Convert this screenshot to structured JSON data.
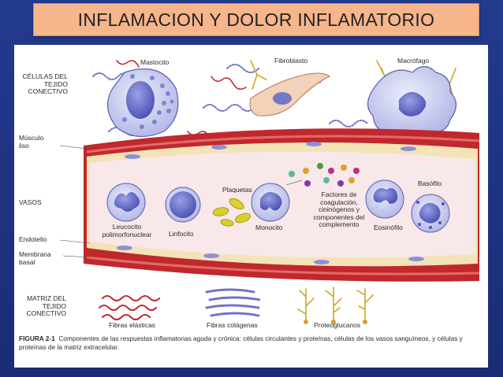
{
  "slide": {
    "title": "INFLAMACION Y DOLOR INFLAMATORIO"
  },
  "figure": {
    "section_labels": {
      "tissue_cells": "CÉLULAS DEL TEJIDO CONECTIVO",
      "smooth_muscle": "Músculo liso",
      "vessels": "VASOS",
      "endothelium": "Endotelio",
      "basement_membrane": "Membrana basal",
      "matrix": "MATRIZ DEL TEJIDO CONECTIVO"
    },
    "cell_labels": {
      "mast_cell": "Mastocito",
      "fibroblast": "Fibroblasto",
      "macrophage": "Macrófago",
      "platelets": "Plaquetas",
      "neutrophil": "Leucocito polimorfonuclear",
      "lymphocyte": "Linfocito",
      "monocyte": "Monocito",
      "plasma_factors": "Factores de coagulación, cininógenos y componentes del complemento",
      "eosinophil": "Eosinófilo",
      "basophil": "Basófilo"
    },
    "matrix_labels": {
      "elastic": "Fibras elásticas",
      "collagen": "Fibras colágenas",
      "proteoglycans": "Proteoglucanos"
    },
    "caption": {
      "figure_number": "FIGURA 2-1",
      "text": "Componentes de las respuestas inflamatorias aguda y crónica: células circulantes y proteínas, células de los vasos sanguíneos, y células y proteínas de la matriz extracelular."
    }
  },
  "colors": {
    "title_bg": "#f6b58a",
    "slide_bg": "#1b2f7a",
    "vessel_wall": "#c0282d",
    "cell_blue": "#6e73c8"
  }
}
